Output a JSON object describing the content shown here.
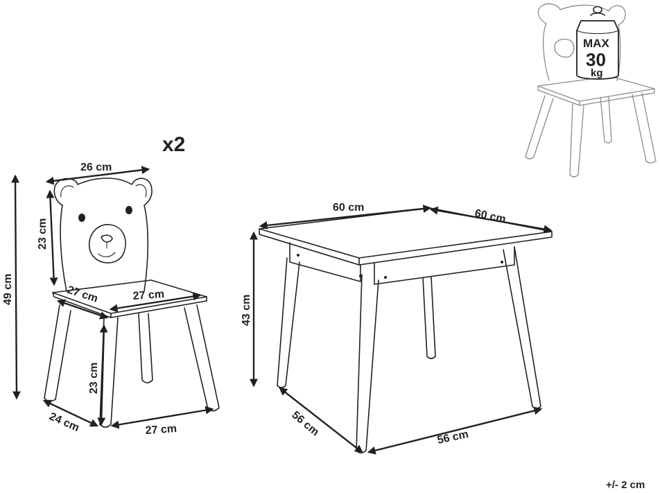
{
  "multiplier": "x2",
  "tolerance": "+/- 2 cm",
  "weight_badge": {
    "line1": "MAX",
    "line2": "30",
    "line3": "kg"
  },
  "chair": {
    "backrest_width": "26 cm",
    "backrest_height": "23 cm",
    "total_height": "49 cm",
    "seat_depth": "27 cm",
    "seat_width": "27 cm",
    "seat_height": "23 cm",
    "base_depth": "24 cm",
    "base_width": "27 cm"
  },
  "table": {
    "top_width": "60 cm",
    "top_depth": "60 cm",
    "height": "43 cm",
    "base_depth": "56 cm",
    "base_width": "56 cm"
  }
}
